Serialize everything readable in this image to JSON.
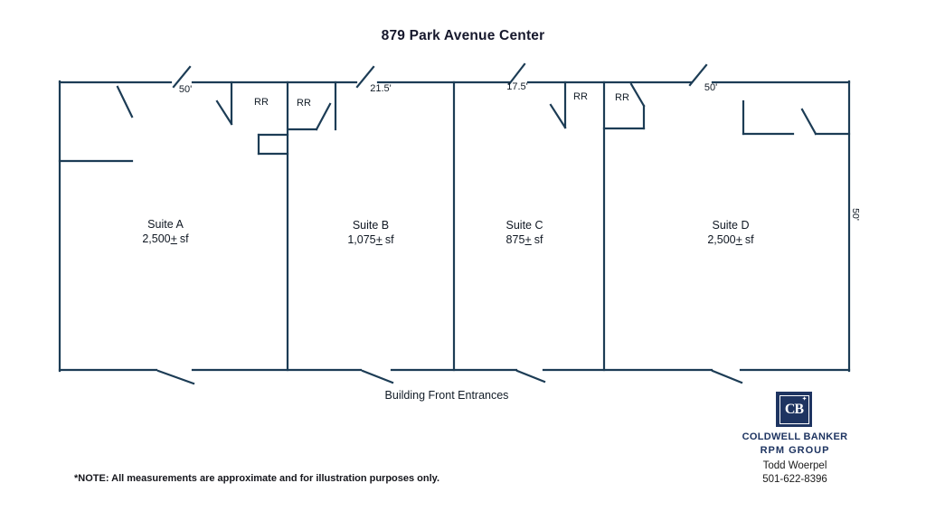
{
  "title": "879 Park Avenue Center",
  "floorplan": {
    "dimensions": {
      "a": "50'",
      "b": "21.5'",
      "c": "17.5'",
      "d": "50'",
      "depth": "50'"
    },
    "restrooms": [
      "RR",
      "RR",
      "RR",
      "RR"
    ],
    "suites": [
      {
        "name": "Suite A",
        "size_value": "2,500",
        "size_plus": "+",
        "size_unit": "sf"
      },
      {
        "name": "Suite B",
        "size_value": "1,075",
        "size_plus": "+",
        "size_unit": "sf"
      },
      {
        "name": "Suite C",
        "size_value": "875",
        "size_plus": "+",
        "size_unit": "sf"
      },
      {
        "name": "Suite D",
        "size_value": "2,500",
        "size_plus": "+",
        "size_unit": "sf"
      }
    ],
    "entrance_label": "Building Front Entrances"
  },
  "note": "*NOTE: All measurements are approximate and for illustration purposes only.",
  "branding": {
    "logo_monogram": "CB",
    "logo_star": "✦",
    "company": "COLDWELL BANKER",
    "group": "RPM GROUP",
    "agent": "Todd Woerpel",
    "phone": "501-622-8396"
  },
  "colors": {
    "wall_line": "#1c3c55",
    "text_dark": "#111b26",
    "brand_navy": "#1e3461"
  }
}
